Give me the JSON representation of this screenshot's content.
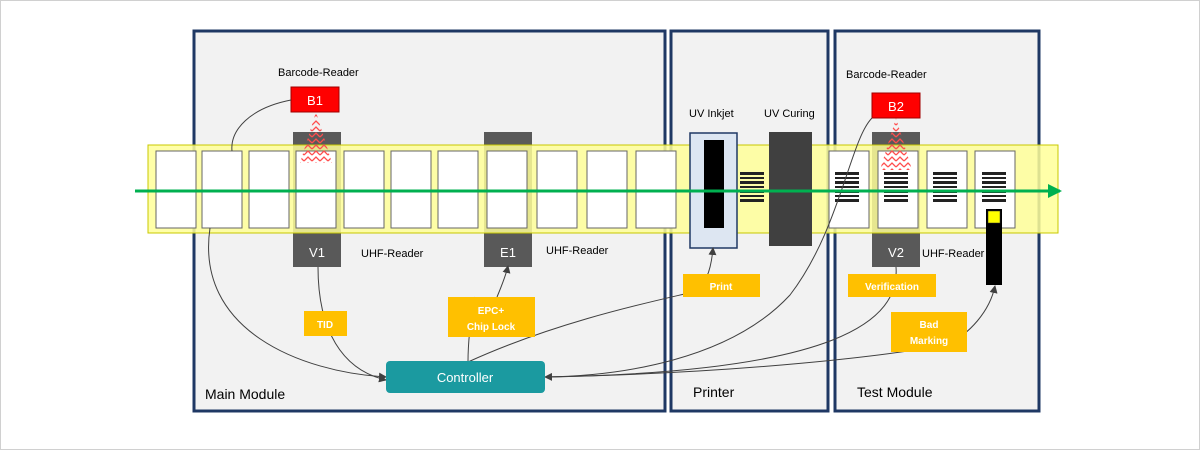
{
  "modules": {
    "main": "Main Module",
    "printer": "Printer",
    "test": "Test Module"
  },
  "readers": {
    "barcode_b1_label": "Barcode-Reader",
    "barcode_b2_label": "Barcode-Reader",
    "b1": "B1",
    "b2": "B2",
    "v1": "V1",
    "e1": "E1",
    "v2": "V2",
    "uhf_v1": "UHF-Reader",
    "uhf_e1": "UHF-Reader",
    "uhf_v2": "UHF-Reader"
  },
  "printer_stations": {
    "uv_inkjet": "UV Inkjet",
    "uv_curing": "UV Curing"
  },
  "tags": {
    "tid": "TID",
    "epc_line1": "EPC+",
    "epc_line2": "Chip Lock",
    "print": "Print",
    "verification": "Verification",
    "bad_line1": "Bad",
    "bad_line2": "Marking"
  },
  "controller": "Controller",
  "colors": {
    "module_border": "#1f3864",
    "module_fill": "#f2f2f2",
    "conveyor": "#ffff99",
    "reader_dark": "#595959",
    "barcode_red": "#ff0000",
    "tag_orange": "#ffc000",
    "controller_teal": "#1b9aa0",
    "flow_arrow": "#00b050"
  }
}
